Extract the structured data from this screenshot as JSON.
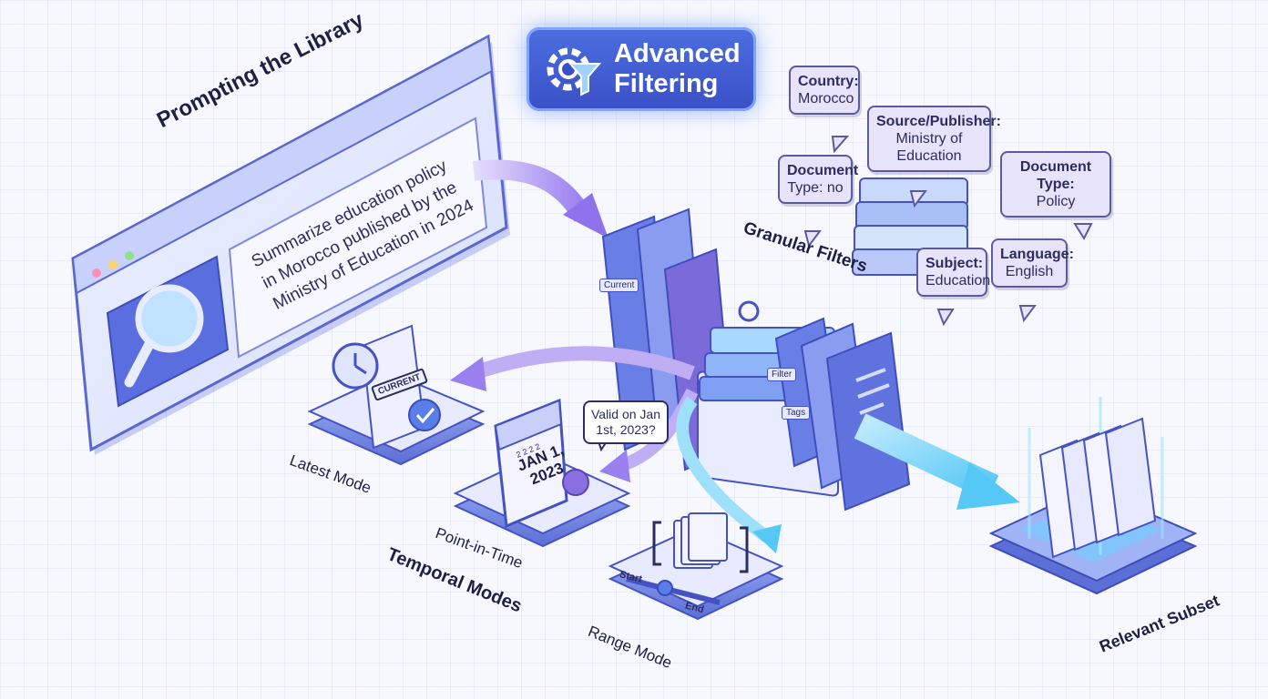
{
  "title": "Advanced Filtering",
  "prompt": {
    "heading": "Prompting the Library",
    "query_lines": [
      "Summarize education policy",
      "in Morocco published by the",
      "Ministry of Education in 2024"
    ]
  },
  "granular": {
    "heading": "Granular Filters",
    "tags": [
      {
        "key": "Country:",
        "value": "Morocco"
      },
      {
        "key": "Source/Publisher:",
        "value": "Ministry of Education"
      },
      {
        "key": "Document Type:",
        "value": "Policy"
      },
      {
        "key": "Document",
        "value": "Type: no"
      },
      {
        "key": "Subject:",
        "value": "Education"
      },
      {
        "key": "Language:",
        "value": "English"
      }
    ],
    "stack_labels": [
      "Current",
      "Filter",
      "Tags"
    ]
  },
  "temporal": {
    "heading": "Temporal Modes",
    "latest": {
      "label": "Latest Mode",
      "stamp": "CURRENT"
    },
    "point": {
      "label": "Point-in-Time",
      "question": "Valid on Jan 1st, 2023?",
      "date": "JAN 1, 2023",
      "ring_text": "2 2 2 2"
    },
    "range": {
      "label": "Range Mode",
      "start": "Start",
      "end": "End"
    }
  },
  "result": {
    "label": "Relevant Subset"
  },
  "colors": {
    "accent": "#4c6fe0",
    "violet": "#8a6fe0",
    "panel": "#dfe6ff",
    "ink": "#1d1f44"
  }
}
